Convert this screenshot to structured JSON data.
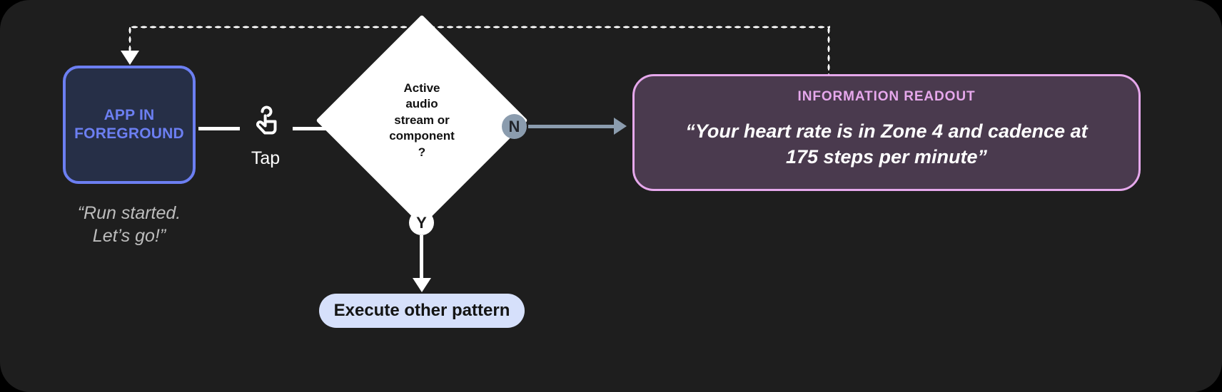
{
  "canvas": {
    "background": "#1e1e1e",
    "page_background": "#000000"
  },
  "nodes": {
    "app": {
      "label": "APP IN\nFOREGROUND",
      "caption": "“Run started.\nLet’s go!”",
      "fill": "#262f47",
      "border": "#6c7ff2",
      "text_color": "#6c7ff2",
      "caption_color": "#bdbdbd"
    },
    "tap": {
      "label": "Tap",
      "icon": "tap-gesture-icon",
      "color": "#ffffff"
    },
    "decision": {
      "label": "Active\naudio\nstream or\ncomponent\n?",
      "fill": "#ffffff",
      "text_color": "#111111"
    },
    "branch_no": {
      "label": "N",
      "fill": "#8b9cae",
      "text_color": "#22252b"
    },
    "branch_yes": {
      "label": "Y",
      "fill": "#ffffff",
      "text_color": "#1c1c1c"
    },
    "readout": {
      "title": "INFORMATION READOUT",
      "body": "“Your heart rate is in Zone 4 and cadence at\n175 steps per minute”",
      "fill": "#4a3a4e",
      "border": "#e6a8ec",
      "title_color": "#e6a8ec",
      "body_color": "#ffffff"
    },
    "execute": {
      "label": "Execute other pattern",
      "fill": "#d6e0fb",
      "text_color": "#141414"
    }
  },
  "connectors": {
    "app_to_decision_color": "#ffffff",
    "no_to_readout_color": "#8b9cae",
    "yes_to_execute_color": "#ffffff",
    "feedback_color": "#ffffff",
    "feedback_style": "dotted"
  }
}
